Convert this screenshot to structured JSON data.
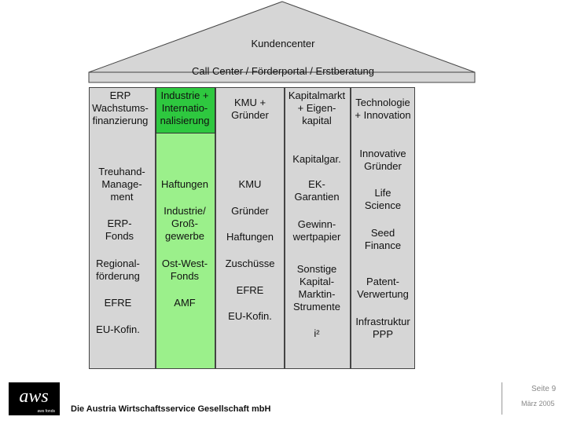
{
  "roof": {
    "title": "Kundencenter",
    "subtitle": "Call Center / Förderportal / Erstberatung"
  },
  "columns": [
    {
      "name": "col1",
      "header": [
        "ERP",
        "Wachstums-",
        "finanzierung"
      ],
      "items": [
        [
          "Treuhand-",
          "Manage-",
          "ment"
        ],
        [
          "ERP-",
          "Fonds"
        ],
        [
          "Regional-",
          "förderung"
        ],
        [
          "EFRE"
        ],
        [
          "EU-Kofin."
        ]
      ]
    },
    {
      "name": "col2",
      "header": [
        "Industrie +",
        "Internatio-",
        "nalisierung"
      ],
      "items": [
        [
          "Haftungen"
        ],
        [
          "Industrie/",
          "Groß-",
          "gewerbe"
        ],
        [
          "Ost-West-",
          "Fonds"
        ],
        [
          "AMF"
        ]
      ]
    },
    {
      "name": "col3",
      "header": [
        "KMU +",
        "Gründer"
      ],
      "items": [
        [
          "KMU"
        ],
        [
          "Gründer"
        ],
        [
          "Haftungen"
        ],
        [
          "Zuschüsse"
        ],
        [
          "EFRE"
        ],
        [
          "EU-Kofin."
        ]
      ]
    },
    {
      "name": "col4",
      "header": [
        "Kapitalmarkt",
        "+ Eigen-",
        "kapital"
      ],
      "items": [
        [
          "Kapitalgar."
        ],
        [
          "EK-",
          "Garantien"
        ],
        [
          "Gewinn-",
          "wertpapier"
        ],
        [
          "Sonstige",
          "Kapital-",
          "Marktin-",
          "Strumente"
        ],
        [
          "i²"
        ]
      ]
    },
    {
      "name": "col5",
      "header": [
        "Technologie",
        "+ Innovation"
      ],
      "items": [
        [
          "Innovative",
          "Gründer"
        ],
        [
          "Life",
          "Science"
        ],
        [
          "Seed",
          "Finance"
        ],
        [
          "Patent-",
          "Verwertung"
        ],
        [
          "Infrastruktur",
          "PPP"
        ]
      ]
    }
  ],
  "footer": {
    "organization": "Die Austria Wirtschaftsservice Gesellschaft mbH",
    "page": "Seite 9",
    "date": "März 2005",
    "logo_text": "aws",
    "logo_subtext": "aws fonds"
  },
  "colors": {
    "pillar_gray": "#d6d6d6",
    "pillar_green": "#9bf08b",
    "header_green": "#2ec83f",
    "roof_fill": "#d6d6d6"
  }
}
